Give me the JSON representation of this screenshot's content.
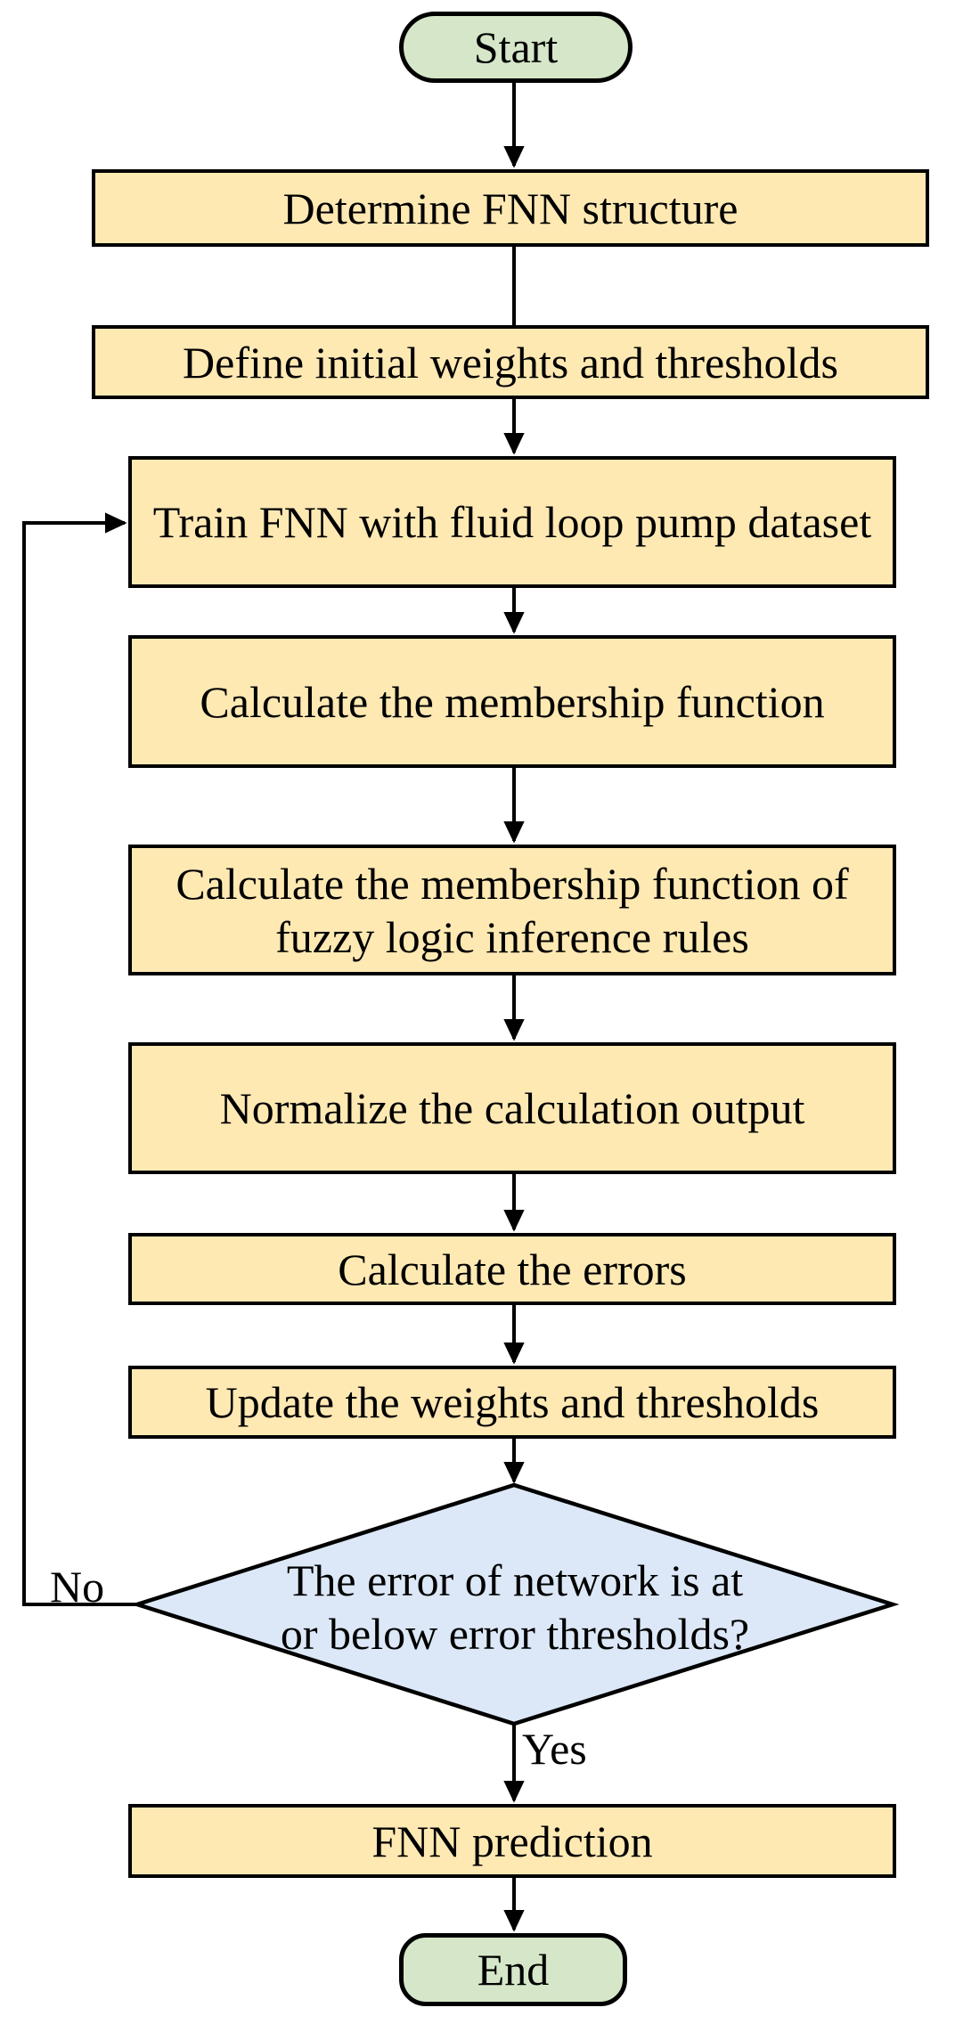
{
  "flowchart": {
    "colors": {
      "process_fill": "#ffe9b3",
      "terminal_fill": "#d5e7c8",
      "decision_fill": "#dce8f7",
      "stroke": "#000000",
      "background": "#ffffff"
    },
    "nodes": {
      "start": {
        "label": "Start",
        "shape": "terminal"
      },
      "determine_structure": {
        "label": "Determine FNN structure",
        "shape": "process"
      },
      "define_weights": {
        "label": "Define initial weights and thresholds",
        "shape": "process"
      },
      "train_fnn": {
        "label": "Train FNN with fluid loop pump dataset",
        "shape": "process"
      },
      "calc_membership": {
        "label": "Calculate the membership function",
        "shape": "process"
      },
      "calc_membership_rules": {
        "label": "Calculate the membership function of fuzzy logic inference rules",
        "shape": "process"
      },
      "normalize_output": {
        "label": "Normalize the calculation output",
        "shape": "process"
      },
      "calc_errors": {
        "label": "Calculate the errors",
        "shape": "process"
      },
      "update_weights": {
        "label": "Update the weights and thresholds",
        "shape": "process"
      },
      "error_decision": {
        "label": "The error of network is at or below error thresholds?",
        "shape": "decision"
      },
      "fnn_prediction": {
        "label": "FNN prediction",
        "shape": "process"
      },
      "end": {
        "label": "End",
        "shape": "terminal"
      }
    },
    "edge_labels": {
      "no": "No",
      "yes": "Yes"
    }
  }
}
